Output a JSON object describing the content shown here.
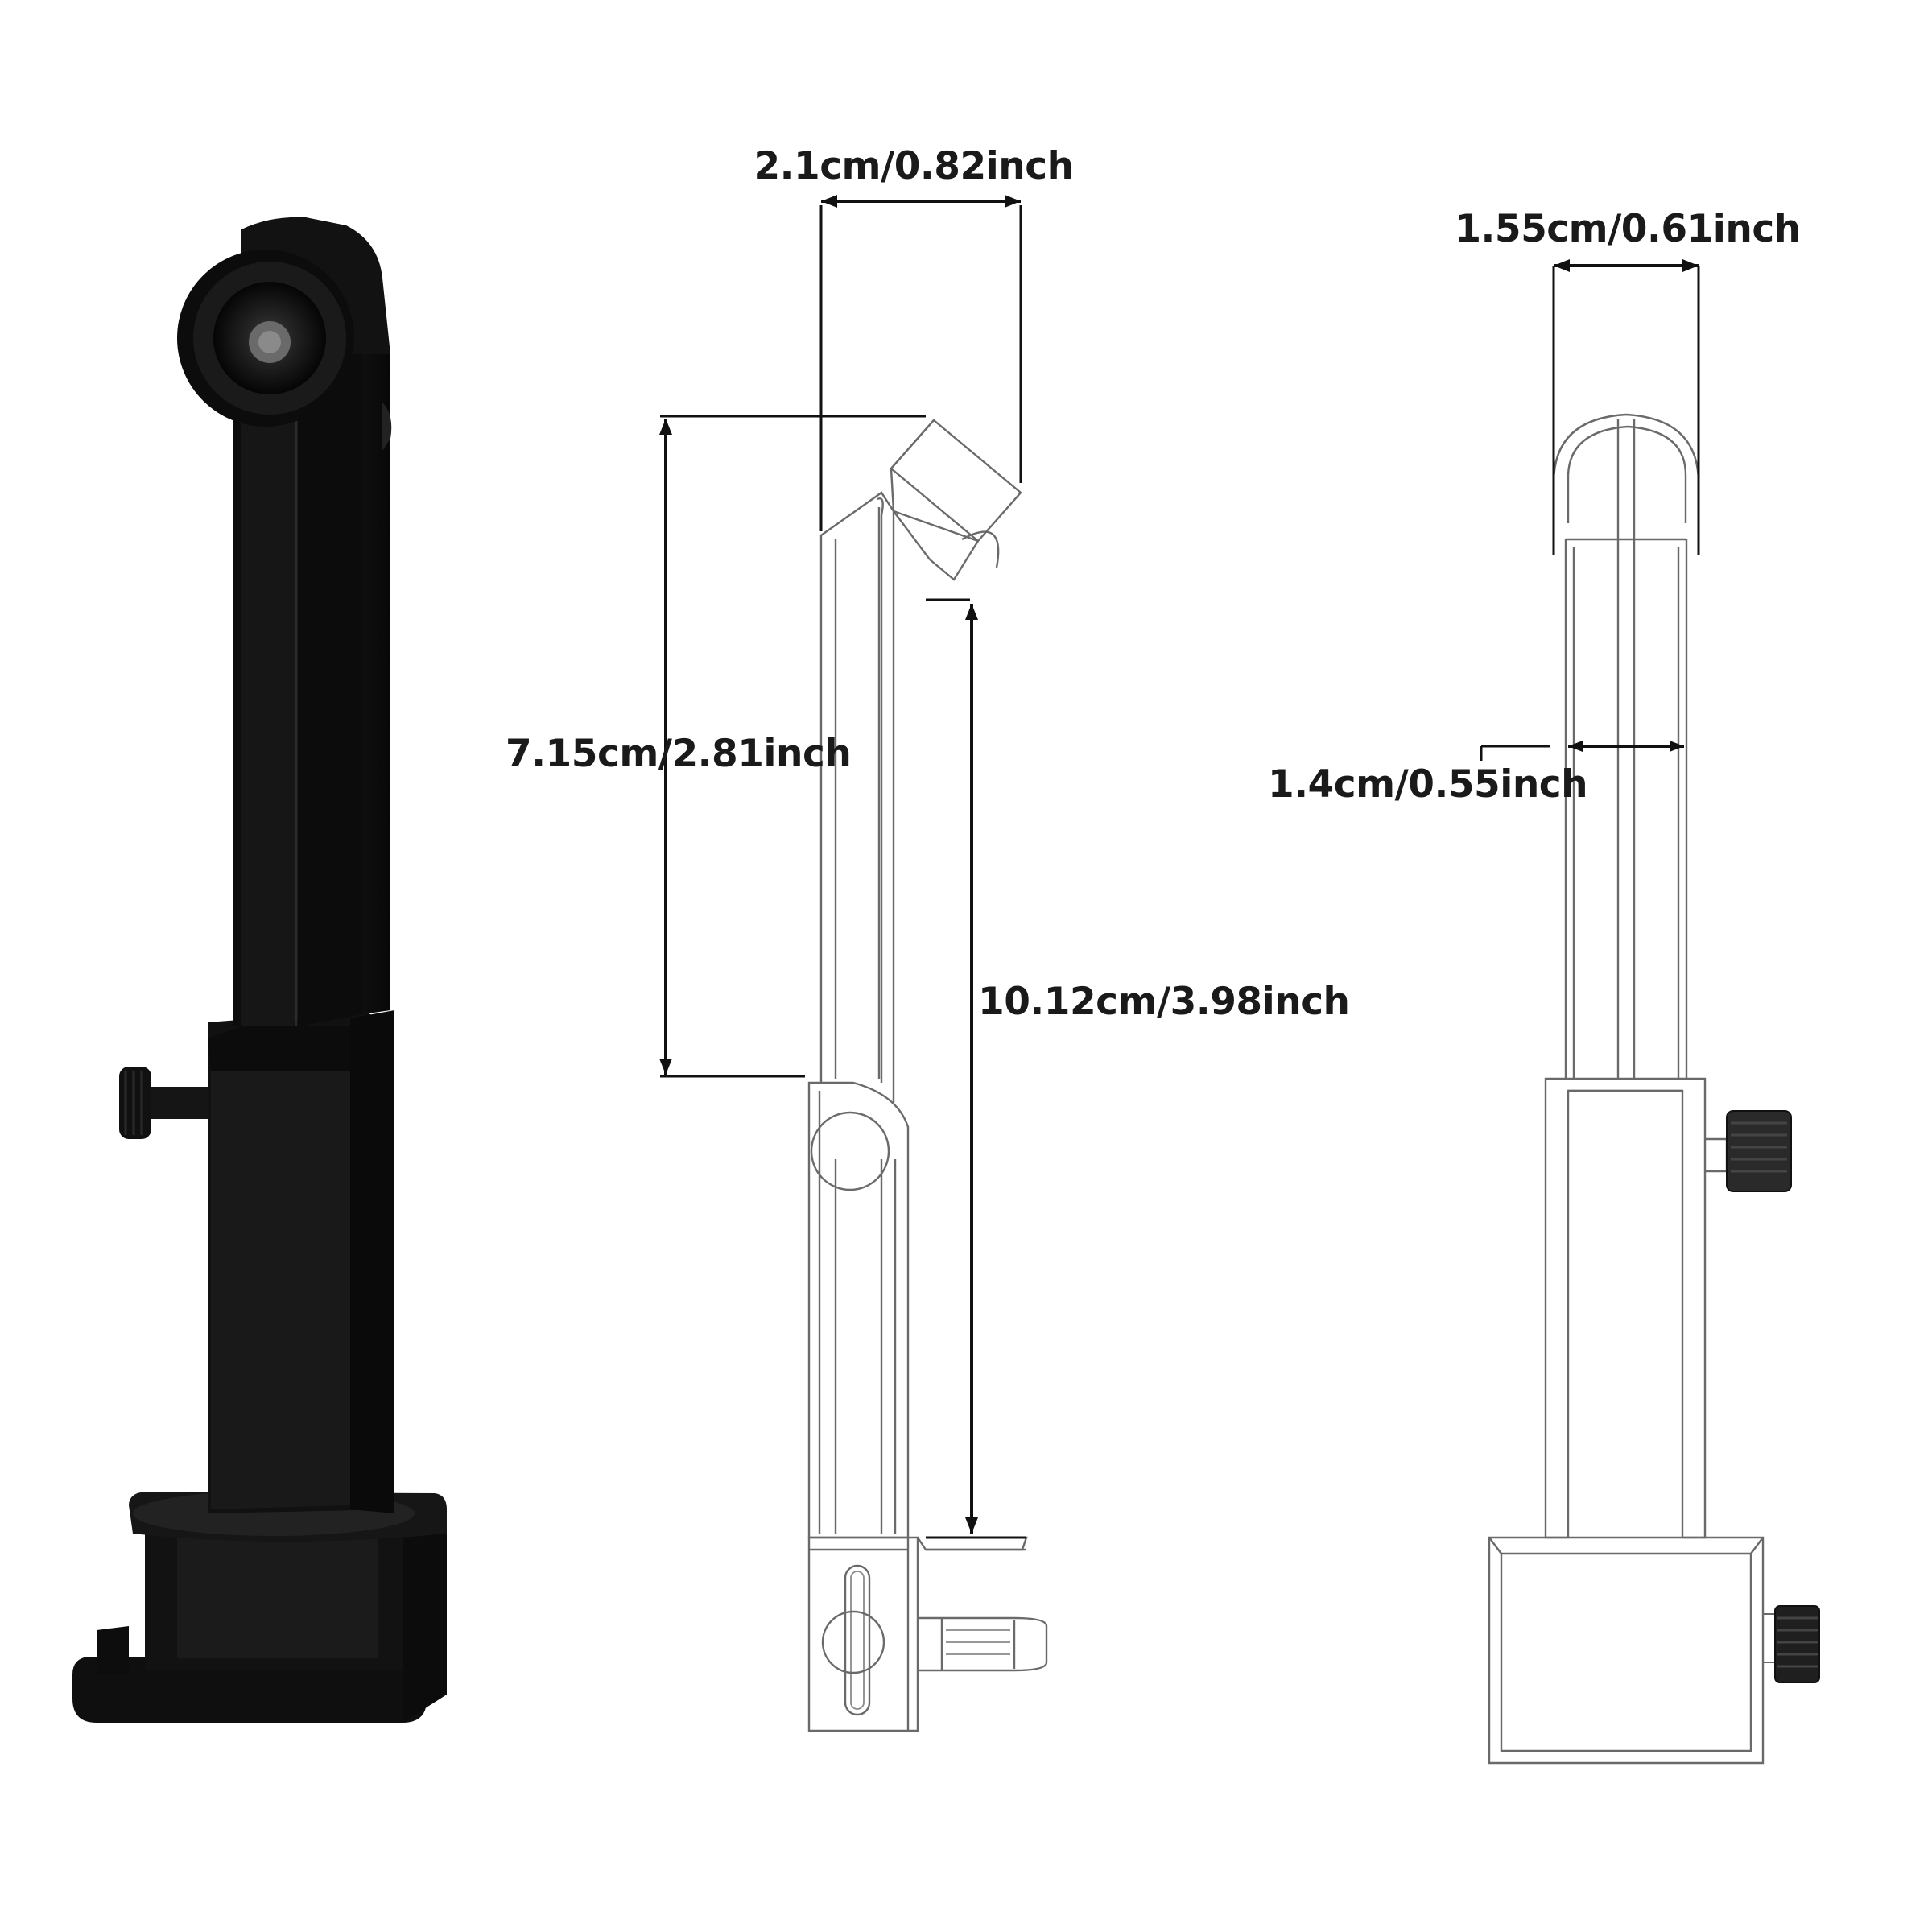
{
  "dimensions": {
    "head_width": "2.1cm/0.82inch",
    "upper_height": "7.15cm/2.81inch",
    "total_height": "10.12cm/3.98inch",
    "front_head_width": "1.55cm/0.61inch",
    "arm_width": "1.4cm/0.55inch"
  },
  "colors": {
    "product_body": "#141414",
    "outline": "#6a6a6a",
    "dimension_line": "#111111"
  }
}
